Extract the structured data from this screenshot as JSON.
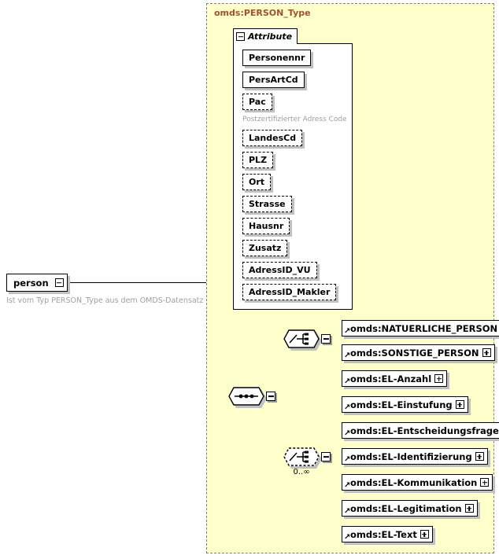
{
  "diagram": {
    "kind": "xsd-schema-diagram",
    "colors": {
      "type_panel_bg": "#ffffcc",
      "type_panel_border": "#808080",
      "type_title": "#a0522d",
      "box_bg": "#ffffff",
      "box_border": "#000000",
      "shadow": "#c0c0c0",
      "annotation_text": "#a0a0a0",
      "line": "#000000"
    }
  },
  "root_element": {
    "name": "person",
    "toggle": "minus",
    "toggle_icon": "collapse-minus-icon",
    "annotation": "Ist vom Typ PERSON_Type aus dem OMDS-Datensatz"
  },
  "complex_type": {
    "title": "omds:PERSON_Type"
  },
  "attribute_section": {
    "tab_label": "Attribute",
    "toggle": "minus",
    "toggle_icon": "collapse-minus-icon",
    "attributes": [
      {
        "name": "Personennr",
        "use": "required",
        "annotation": null
      },
      {
        "name": "PersArtCd",
        "use": "required",
        "annotation": null
      },
      {
        "name": "Pac",
        "use": "optional",
        "annotation": "Postzertifizierter Adress Code"
      },
      {
        "name": "LandesCd",
        "use": "optional",
        "annotation": null
      },
      {
        "name": "PLZ",
        "use": "optional",
        "annotation": null
      },
      {
        "name": "Ort",
        "use": "optional",
        "annotation": null
      },
      {
        "name": "Strasse",
        "use": "optional",
        "annotation": null
      },
      {
        "name": "Hausnr",
        "use": "optional",
        "annotation": null
      },
      {
        "name": "Zusatz",
        "use": "optional",
        "annotation": null
      },
      {
        "name": "AdressID_VU",
        "use": "optional",
        "annotation": null
      },
      {
        "name": "AdressID_Makler",
        "use": "optional",
        "annotation": null
      }
    ]
  },
  "compositors": {
    "sequence": {
      "type": "sequence",
      "icon": "sequence-icon",
      "occurrence": "",
      "required": true,
      "toggle": "minus"
    },
    "choice_person": {
      "type": "choice",
      "icon": "choice-icon",
      "occurrence": "",
      "required": true,
      "toggle": "minus"
    },
    "choice_el": {
      "type": "choice",
      "icon": "choice-icon",
      "occurrence": "0..∞",
      "required": false,
      "toggle": "minus"
    }
  },
  "person_choice_elements": [
    {
      "name": "omds:NATUERLICHE_PERSON",
      "toggle": "plus",
      "ref": true
    },
    {
      "name": "omds:SONSTIGE_PERSON",
      "toggle": "plus",
      "ref": true
    }
  ],
  "el_choice_elements": [
    {
      "name": "omds:EL-Anzahl",
      "toggle": "plus",
      "ref": true
    },
    {
      "name": "omds:EL-Einstufung",
      "toggle": "plus",
      "ref": true
    },
    {
      "name": "omds:EL-Entscheidungsfrage",
      "toggle": "plus",
      "ref": true
    },
    {
      "name": "omds:EL-Identifizierung",
      "toggle": "plus",
      "ref": true
    },
    {
      "name": "omds:EL-Kommunikation",
      "toggle": "plus",
      "ref": true
    },
    {
      "name": "omds:EL-Legitimation",
      "toggle": "plus",
      "ref": true
    },
    {
      "name": "omds:EL-Text",
      "toggle": "plus",
      "ref": true
    }
  ]
}
